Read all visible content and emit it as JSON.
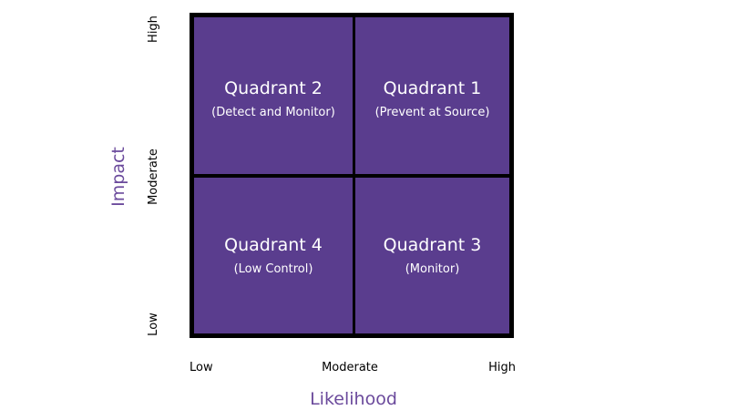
{
  "quadrants": {
    "top_left": {
      "title": "Quadrant 2",
      "subtitle": "(Detect and Monitor)"
    },
    "top_right": {
      "title": "Quadrant 1",
      "subtitle": "(Prevent at Source)"
    },
    "bottom_left": {
      "title": "Quadrant 4",
      "subtitle": "(Low Control)"
    },
    "bottom_right": {
      "title": "Quadrant 3",
      "subtitle": "(Monitor)"
    }
  },
  "axes": {
    "x": {
      "title": "Likelihood",
      "ticks": [
        "Low",
        "Moderate",
        "High"
      ]
    },
    "y": {
      "title": "Impact",
      "ticks": [
        "High",
        "Moderate",
        "Low"
      ]
    }
  },
  "colors": {
    "cell_fill": "#5a3d8e",
    "cell_text": "#ffffff",
    "grid_border": "#000000",
    "axis_title": "#6b4a9c"
  }
}
